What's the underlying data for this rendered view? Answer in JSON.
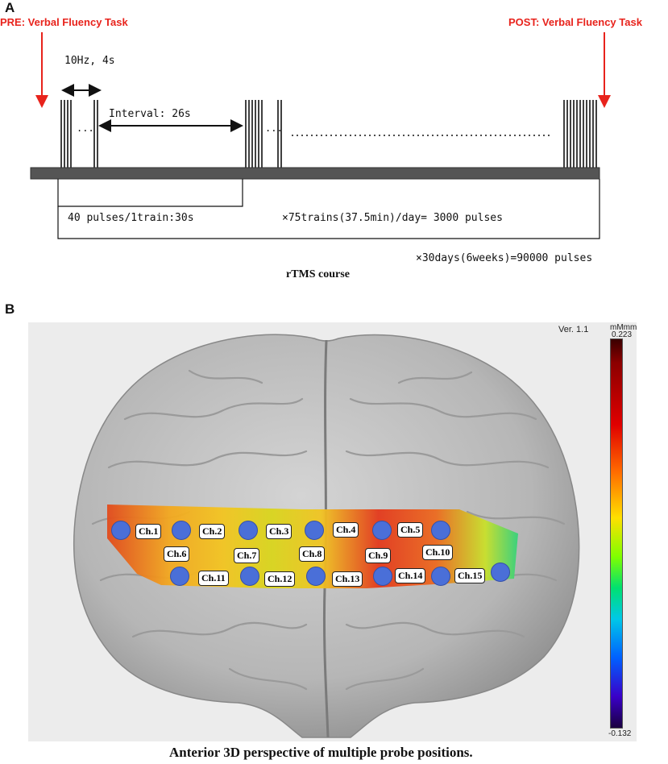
{
  "panel_a": {
    "label": "A",
    "pre_task": "PRE: Verbal Fluency Task",
    "post_task": "POST: Verbal Fluency Task",
    "freq_label": "10Hz, 4s",
    "interval_label": "Interval: 26s",
    "ellipsis_short": "...",
    "train_label": "40 pulses/1train:30s",
    "day_label": "×75trains(37.5min)/day= 3000 pulses",
    "course_total_label": "×30days(6weeks)=90000 pulses",
    "course_title": "rTMS course",
    "colors": {
      "arrow": "#e8231c",
      "bar": "#555555"
    }
  },
  "panel_b": {
    "label": "B",
    "version": "Ver. 1.1",
    "unit": "mMmm",
    "scale_max": "0.223",
    "scale_min": "-0.132",
    "caption": "Anterior 3D perspective of multiple probe positions.",
    "channels": [
      "Ch.1",
      "Ch.2",
      "Ch.3",
      "Ch.4",
      "Ch.5",
      "Ch.6",
      "Ch.7",
      "Ch.8",
      "Ch.9",
      "Ch.10",
      "Ch.11",
      "Ch.12",
      "Ch.13",
      "Ch.14",
      "Ch.15"
    ],
    "colors": {
      "probe": "#4a6fd8",
      "brain": "#bdbdbd",
      "background": "#ececec"
    }
  }
}
